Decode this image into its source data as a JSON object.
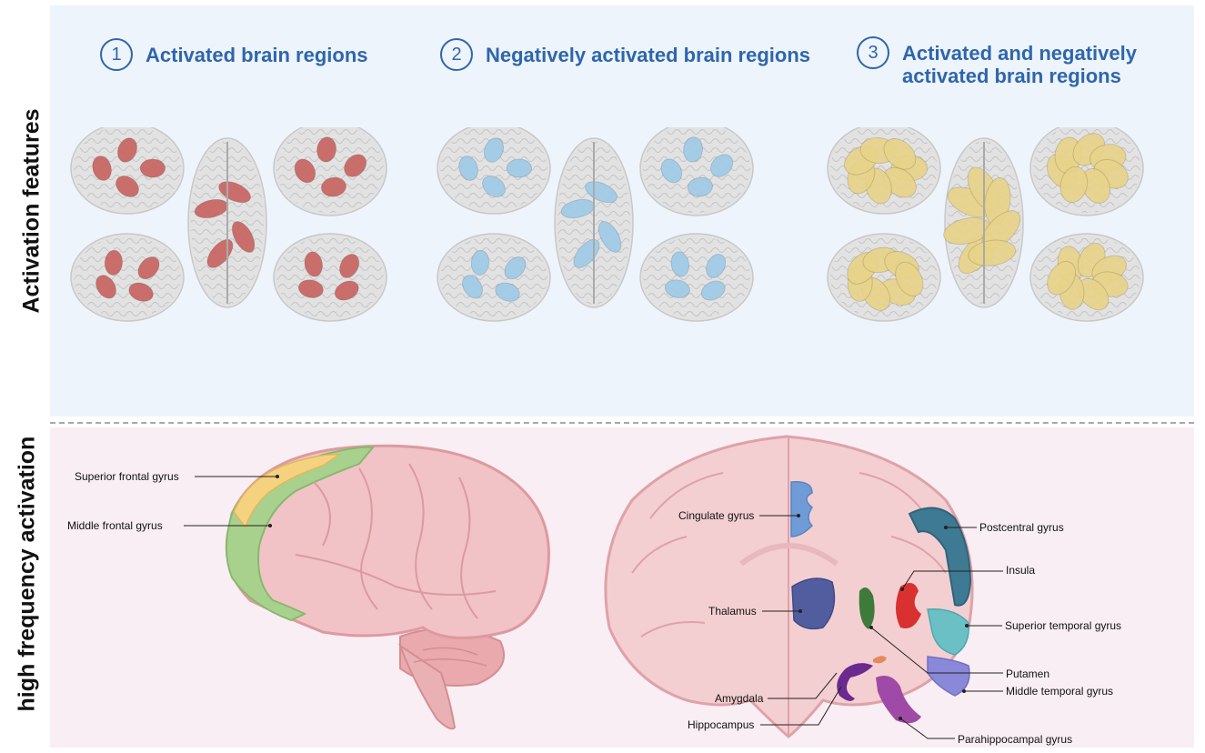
{
  "side_labels": {
    "top": "Activation features",
    "bottom": "high frequency activation"
  },
  "sections": [
    {
      "number": "1",
      "title": "Activated brain regions",
      "color": "#c96562"
    },
    {
      "number": "2",
      "title": "Negatively activated brain regions",
      "color": "#9fcbe8"
    },
    {
      "number": "3",
      "title": "Activated and negatively activated brain regions",
      "color": "#e8d38a"
    }
  ],
  "accent_color": "#2e66ad",
  "lateral_brain_labels": {
    "superior_frontal": "Superior frontal gyrus",
    "middle_frontal": "Middle   frontal gyrus"
  },
  "coronal_labels": {
    "cingulate": "Cingulate gyrus",
    "thalamus": "Thalamus",
    "amygdala": "Amygdala",
    "hippocampus": "Hippocampus",
    "postcentral": "Postcentral gyrus",
    "insula": "Insula",
    "superior_temporal": "Superior temporal gyrus",
    "putamen": "Putamen",
    "middle_temporal": "Middle temporal gyrus",
    "parahippocampal": "Parahippocampal gyrus"
  }
}
